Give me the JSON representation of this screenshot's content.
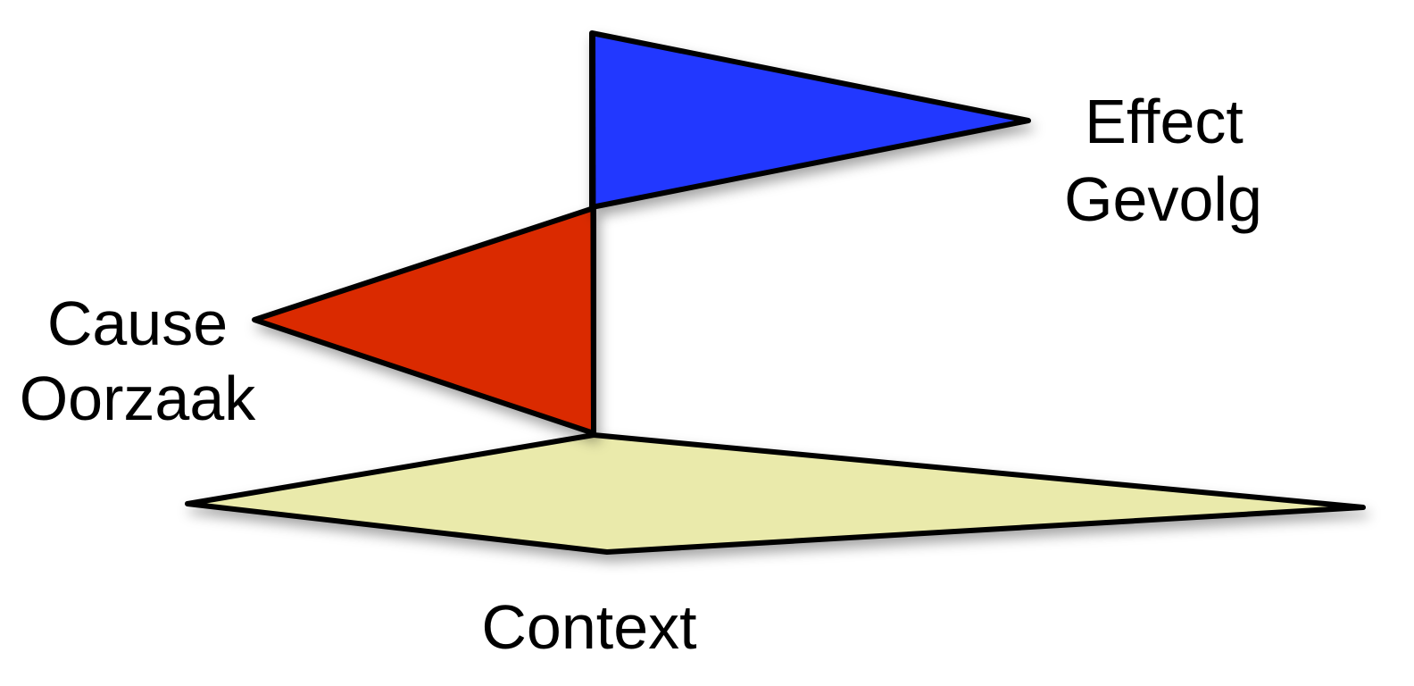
{
  "colors": {
    "effect_flag": "#2438FF",
    "cause_flag": "#DA2900",
    "context_plane": "#EAEAAB",
    "outline": "#000000"
  },
  "labels": {
    "effect": "Effect",
    "effect_translation": "Gevolg",
    "cause": "Cause",
    "cause_translation": "Oorzaak",
    "context": "Context"
  }
}
